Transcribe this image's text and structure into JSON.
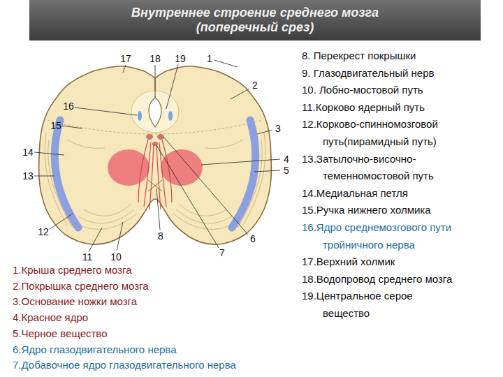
{
  "diagram": {
    "title": "Внутреннее строение среднего мозга (поперечный срез)",
    "labels": [
      "17",
      "18",
      "19",
      "1",
      "2",
      "3",
      "16",
      "15",
      "14",
      "13",
      "4",
      "5",
      "12",
      "11",
      "10",
      "8",
      "6",
      "7",
      "1.Крыша среднего мозга",
      "2.Покрышка среднего мозга",
      "3.Основание ножки мозга",
      "4.Красное ядро",
      "5.Черное вещество",
      "6.Ядро глазодвигательного нерва",
      "7.Добавочное ядро глазодвигательного нерва",
      "8. Перекрест покрышки",
      "9. Глазодвигательный нерв",
      "10. Лобно-мостовой путь",
      "11.Корково ядерный путь",
      "12.Корково-спинномозговой путь(пирамидный путь)",
      "13.Затылочно-височно- теменномостовой путь",
      "14.Медиальная петля",
      "15.Ручка нижнего холмика",
      "16.Ядро среднемозгового пути тройничного нерва",
      "17.Верхний холмик",
      "18.Водопровод среднего мозга",
      "19.Центральное серое вещество"
    ]
  }
}
